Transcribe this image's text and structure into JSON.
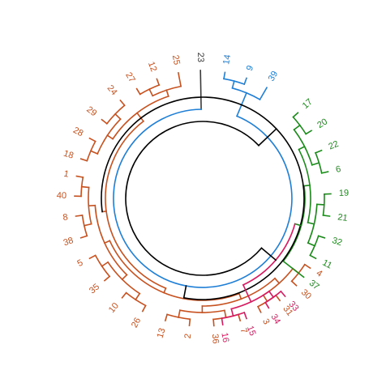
{
  "diagram": {
    "type": "circular-dendrogram",
    "root_color": "#000000",
    "clusters": [
      {
        "id": "orange",
        "color": "#c7511f",
        "leaves": [
          {
            "label": "4",
            "angle": 123
          },
          {
            "label": "30",
            "angle": 133
          },
          {
            "label": "31",
            "angle": 143
          },
          {
            "label": "3",
            "angle": 153
          },
          {
            "label": "7",
            "angle": 163
          },
          {
            "label": "36",
            "angle": 175
          },
          {
            "label": "2",
            "angle": 186
          },
          {
            "label": "13",
            "angle": 197
          },
          {
            "label": "26",
            "angle": 208
          },
          {
            "label": "10",
            "angle": 219
          },
          {
            "label": "35",
            "angle": 230
          },
          {
            "label": "5",
            "angle": 242
          },
          {
            "label": "38",
            "angle": 252
          },
          {
            "label": "8",
            "angle": 262
          },
          {
            "label": "40",
            "angle": 271
          },
          {
            "label": "1",
            "angle": 280
          },
          {
            "label": "18",
            "angle": 288
          },
          {
            "label": "28",
            "angle": 298
          },
          {
            "label": "29",
            "angle": 308
          },
          {
            "label": "24",
            "angle": 320
          },
          {
            "label": "27",
            "angle": 329
          },
          {
            "label": "12",
            "angle": 339
          },
          {
            "label": "25",
            "angle": 349
          }
        ]
      },
      {
        "id": "gray",
        "color": "#3a3a3a",
        "leaves": [
          {
            "label": "23",
            "angle": 359
          }
        ]
      },
      {
        "id": "blue",
        "color": "#1f7fd6",
        "leaves": [
          {
            "label": "14",
            "angle": 10
          },
          {
            "label": "9",
            "angle": 20
          },
          {
            "label": "39",
            "angle": 30
          }
        ]
      },
      {
        "id": "green",
        "color": "#1b8a1b",
        "leaves": [
          {
            "label": "17",
            "angle": 48
          },
          {
            "label": "20",
            "angle": 58
          },
          {
            "label": "22",
            "angle": 68
          },
          {
            "label": "6",
            "angle": 78
          },
          {
            "label": "19",
            "angle": 88
          },
          {
            "label": "21",
            "angle": 98
          },
          {
            "label": "32",
            "angle": 108
          },
          {
            "label": "11",
            "angle": 118
          },
          {
            "label": "37",
            "angle": 128
          }
        ]
      },
      {
        "id": "pink",
        "color": "#d81b60",
        "leaves": [
          {
            "label": "33",
            "angle": 140
          },
          {
            "label": "34",
            "angle": 149
          },
          {
            "label": "15",
            "angle": 160
          },
          {
            "label": "16",
            "angle": 171
          }
        ]
      }
    ]
  }
}
